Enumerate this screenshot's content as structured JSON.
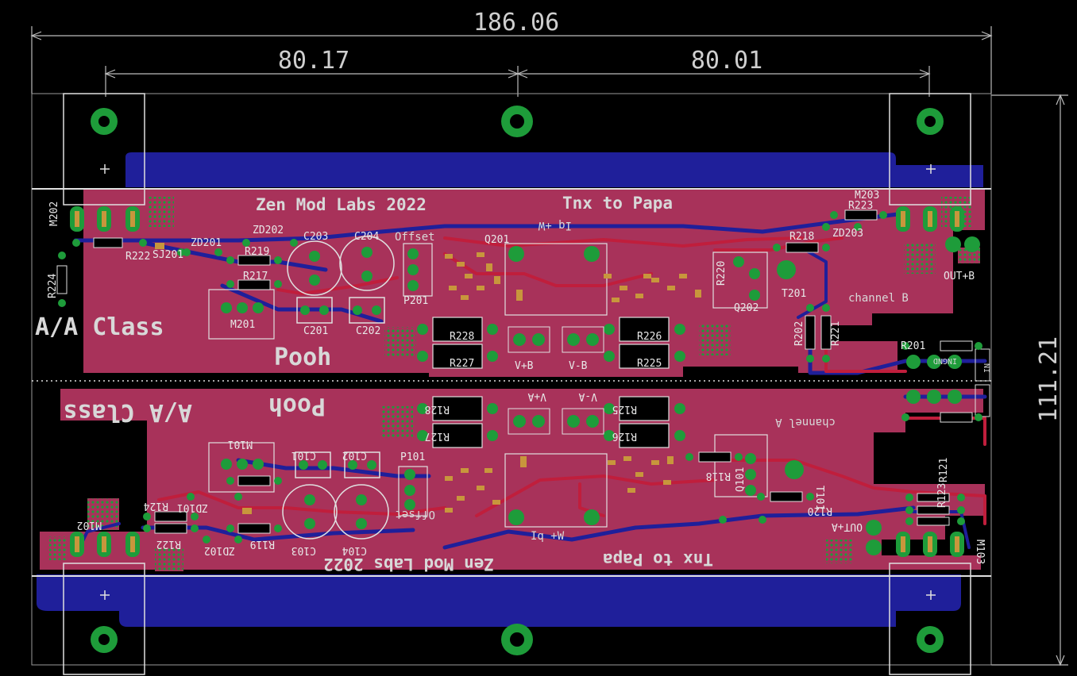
{
  "dimensions": {
    "total_width": "186.06",
    "left_width": "80.17",
    "right_width": "80.01",
    "height": "111.21"
  },
  "channel_b": {
    "title": "Zen Mod Labs 2022",
    "credit": "Tnx to Papa",
    "class_label": "A/A Class",
    "name": "Pooh",
    "channel_label": "channel B",
    "iq_label": "Iq +W",
    "offset_label": "Offset",
    "out_label": "OUT+B",
    "rail_pos": "V+B",
    "rail_neg": "V-B",
    "mosfet_left": "M202",
    "mosfet_right": "M203",
    "parts": [
      "R222",
      "SJ201",
      "ZD201",
      "ZD202",
      "R219",
      "R217",
      "C203",
      "C204",
      "C201",
      "C202",
      "M201",
      "P201",
      "R224",
      "R228",
      "R227",
      "R226",
      "R225",
      "Q201",
      "R223",
      "ZD203",
      "R218",
      "T201",
      "R220",
      "Q202",
      "R202",
      "R221",
      "R201"
    ]
  },
  "channel_a": {
    "title": "Zen Mod Labs 2022",
    "credit": "Tnx to Papa",
    "class_label": "A/A Class",
    "name": "Pooh",
    "channel_label": "channel A",
    "iq_label": "Iq +W",
    "offset_label": "Offset",
    "out_label": "OUT+A",
    "rail_pos": "V+A",
    "rail_neg": "V-A",
    "mosfet_left": "M102",
    "mosfet_right": "M103",
    "parts": [
      "R128",
      "R127",
      "R125",
      "R126",
      "M101",
      "C101",
      "C102",
      "C103",
      "C104",
      "P101",
      "R124",
      "R122",
      "R119",
      "ZD101",
      "ZD102",
      "R118",
      "R120",
      "T101",
      "Q101",
      "R121",
      "R123"
    ]
  },
  "connectors": {
    "input_gnd": "INGND",
    "input": "IN"
  },
  "colors": {
    "board": "#000000",
    "top_copper": "#a8325a",
    "bottom_copper": "#1f1f9a",
    "pad": "#1e9c3a",
    "smd": "#c8963c",
    "silkscreen": "#d8d8d8",
    "dimension": "#bcbcbc"
  }
}
